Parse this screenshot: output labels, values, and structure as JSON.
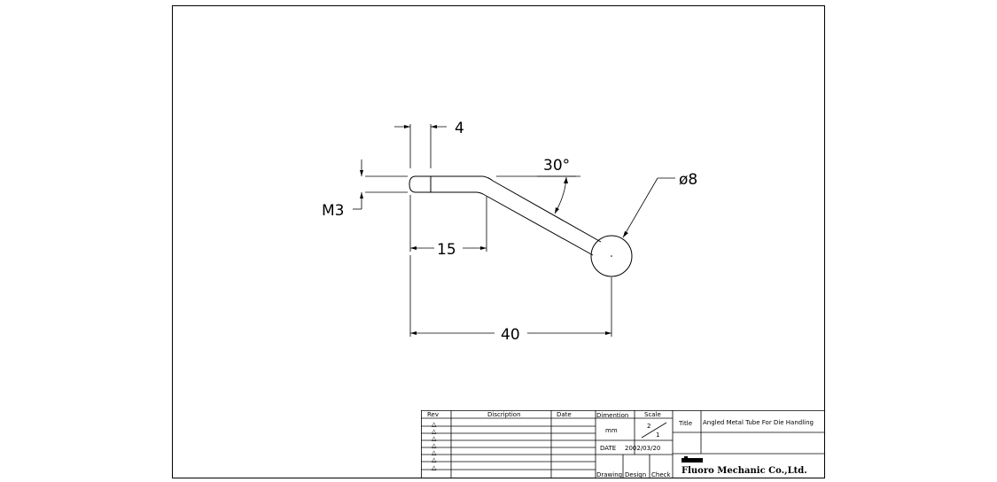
{
  "drawing": {
    "dim_thread": "M3",
    "dim_stub": "4",
    "dim_straight": "15",
    "dim_total": "40",
    "dim_angle": "30°",
    "dim_ball": "ø8"
  },
  "title_block": {
    "headers": {
      "rev": "Rev",
      "description": "Discription",
      "date": "Date",
      "dimention": "Dimention",
      "scale": "Scale",
      "title": "Title"
    },
    "unit": "mm",
    "scale_num": "2",
    "scale_den": "1",
    "date_label": "DATE",
    "date_value": "2002/03/20",
    "part_title": "Angled Metal Tube For Die Handling",
    "company": "Fluoro Mechanic Co.,Ltd.",
    "sign_drawing": "Drawing",
    "sign_design": "Design",
    "sign_check": "Check",
    "rev_marks": [
      "△",
      "△",
      "△",
      "△",
      "△",
      "△",
      "△"
    ]
  }
}
